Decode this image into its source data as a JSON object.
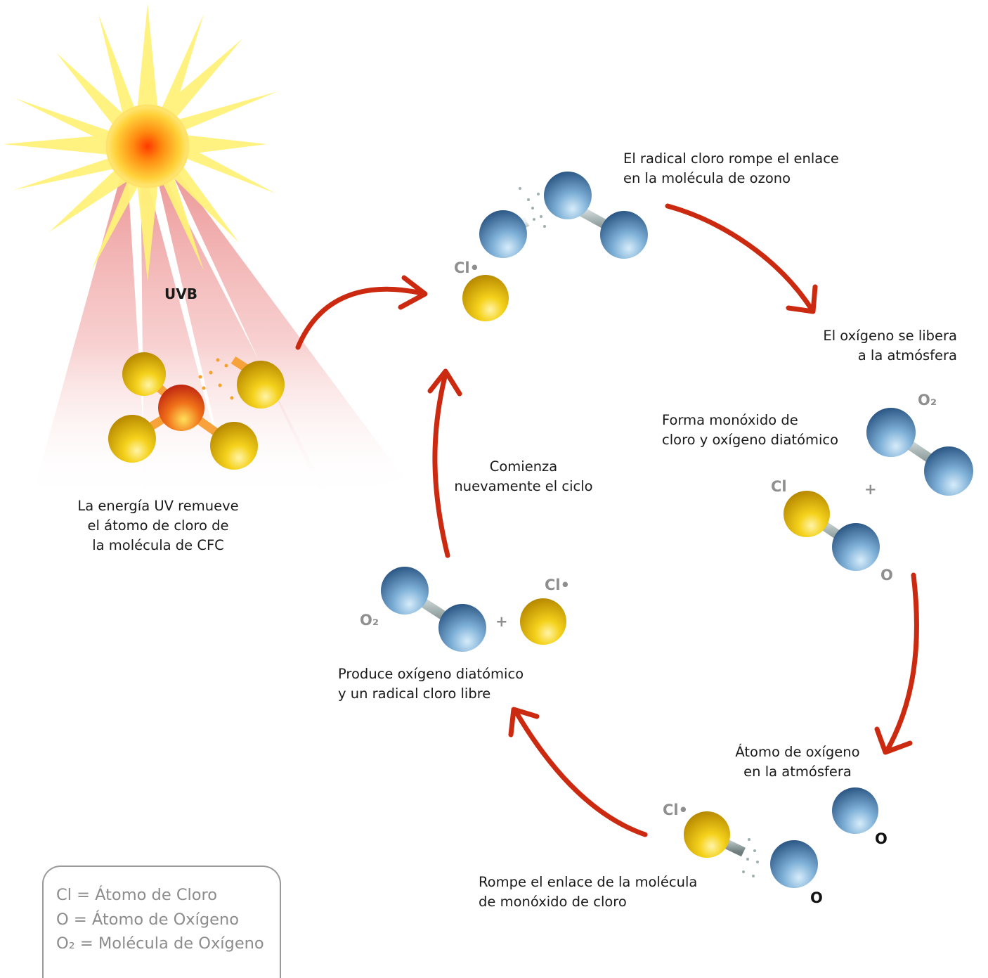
{
  "sun_label": "UVB",
  "captions": {
    "uv_removes": [
      "La energía UV remueve",
      "el átomo de cloro de",
      "la molécula de CFC"
    ],
    "radical_breaks": [
      "El radical cloro rompe el enlace",
      "en la molécula de ozono"
    ],
    "oxygen_released": [
      "El oxígeno se libera",
      "a la atmósfera"
    ],
    "forms_monoxide": [
      "Forma monóxido de",
      "cloro y oxígeno diatómico"
    ],
    "oxygen_atom": [
      "Átomo de oxígeno",
      "en la atmósfera"
    ],
    "breaks_monoxide": [
      "Rompe el enlace de la molécula",
      "de monóxido de cloro"
    ],
    "produces": [
      "Produce oxígeno diatómico",
      "y un radical cloro libre"
    ],
    "restart": [
      "Comienza",
      "nuevamente el ciclo"
    ]
  },
  "labels": {
    "cl_radical": "Cl•",
    "cl": "Cl",
    "o": "O",
    "o2": "O₂",
    "plus": "+"
  },
  "legend": [
    "Cl = Átomo de Cloro",
    "O = Átomo de Oxígeno",
    "O₂ = Molécula de Oxígeno"
  ],
  "colors": {
    "arrow": "#cc2a10",
    "chlorine": "#f2c80f",
    "oxygen": "#3f78ad",
    "carbon": "#e0361a",
    "beam": "#f4b8b8"
  }
}
